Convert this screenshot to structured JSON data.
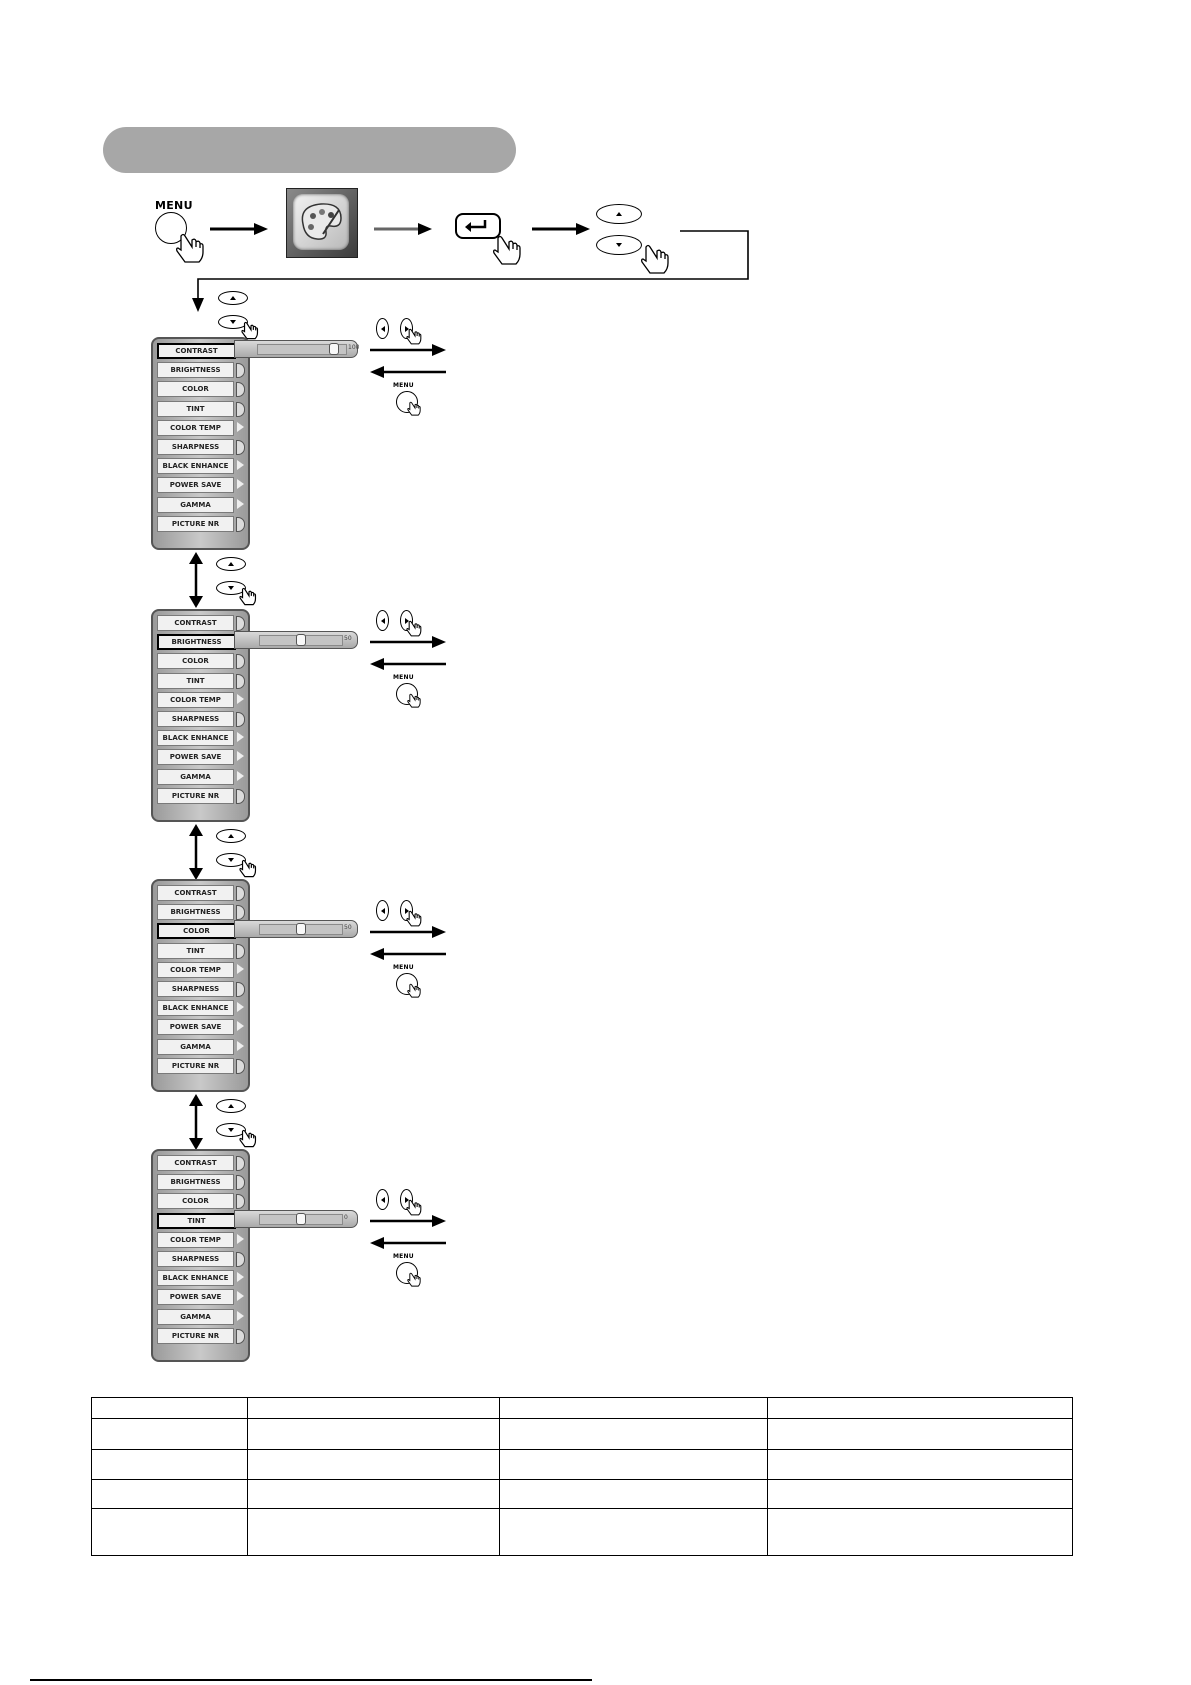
{
  "header": {
    "section_title": ""
  },
  "flow": {
    "menu_label": "MENU"
  },
  "menus": [
    {
      "items": [
        "CONTRAST",
        "BRIGHTNESS",
        "COLOR",
        "TINT",
        "COLOR TEMP",
        "SHARPNESS",
        "BLACK ENHANCE",
        "POWER SAVE",
        "GAMMA",
        "PICTURE NR"
      ],
      "selected": 0,
      "slider_value": "100",
      "slider_level": 0.9
    },
    {
      "items": [
        "CONTRAST",
        "BRIGHTNESS",
        "COLOR",
        "TINT",
        "COLOR TEMP",
        "SHARPNESS",
        "BLACK ENHANCE",
        "POWER SAVE",
        "GAMMA",
        "PICTURE NR"
      ],
      "selected": 1,
      "slider_value": "50",
      "slider_level": 0.5
    },
    {
      "items": [
        "CONTRAST",
        "BRIGHTNESS",
        "COLOR",
        "TINT",
        "COLOR TEMP",
        "SHARPNESS",
        "BLACK ENHANCE",
        "POWER SAVE",
        "GAMMA",
        "PICTURE NR"
      ],
      "selected": 2,
      "slider_value": "50",
      "slider_level": 0.5
    },
    {
      "items": [
        "CONTRAST",
        "BRIGHTNESS",
        "COLOR",
        "TINT",
        "COLOR TEMP",
        "SHARPNESS",
        "BLACK ENHANCE",
        "POWER SAVE",
        "GAMMA",
        "PICTURE NR"
      ],
      "selected": 3,
      "slider_value": "0",
      "slider_level": 0.5
    }
  ],
  "table": {
    "rows": 5,
    "cols": 4
  }
}
